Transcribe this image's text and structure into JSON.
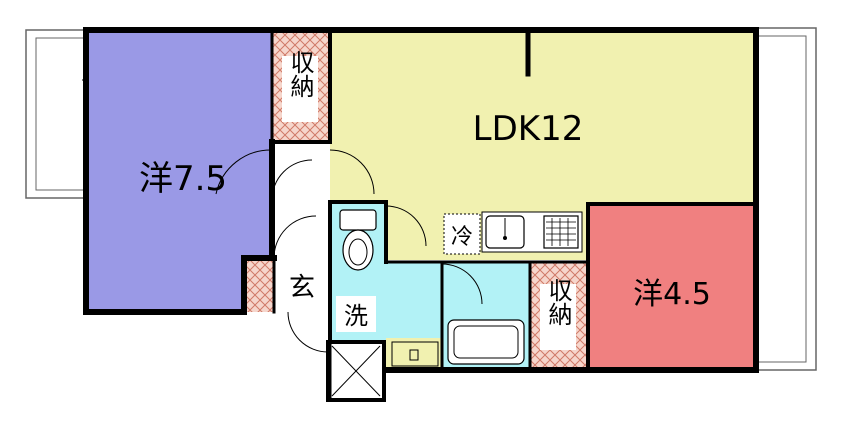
{
  "rooms": {
    "western_large": {
      "label": "洋7.5",
      "color": "#9a99e6"
    },
    "ldk": {
      "label": "LDK12",
      "color": "#f1f1b0"
    },
    "western_small": {
      "label": "洋4.5",
      "color": "#f08080"
    },
    "entrance": {
      "label": "玄"
    },
    "washroom": {
      "label": "洗",
      "color": "#b2f2f6"
    },
    "bathroom": {
      "color": "#b2f2f6"
    },
    "toilet": {
      "color": "#b2f2f6"
    },
    "storage_top": {
      "label": "収納"
    },
    "storage_mid": {
      "label": "収納"
    },
    "fridge": {
      "label": "冷"
    }
  },
  "colors": {
    "wall": "#000000",
    "storage_tile": "#e8a89a",
    "balcony_line": "#666666"
  }
}
